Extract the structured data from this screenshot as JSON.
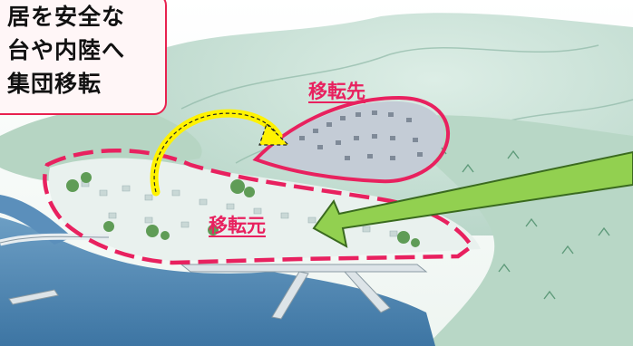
{
  "callout": {
    "lines": [
      "居を安全な",
      "台や内陸へ",
      "集団移転"
    ]
  },
  "labels": {
    "destination": "移転先",
    "origin": "移転元"
  },
  "colors": {
    "accent": "#e8215f",
    "arrow_curved": "#fff200",
    "arrow_straight": "#92d050",
    "sea": "#4f86b0",
    "land": "#dfeee6"
  }
}
